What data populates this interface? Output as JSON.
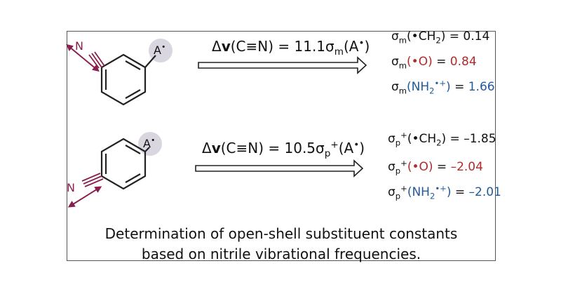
{
  "colors": {
    "nitrile": "#8a1f4f",
    "red": "#b22a2a",
    "blue": "#225b9a",
    "circle": "#d9d6e0",
    "line": "#222222"
  },
  "meta": {
    "dv": "Δ",
    "v": "v",
    "cn": "(C≡N) = ",
    "a": "(A",
    "dot": "•",
    "close": ")",
    "sigma": "σ",
    "m": "m",
    "p": "p",
    "plus": "+",
    "nitrogen": "N",
    "substituent": "A"
  },
  "top": {
    "coef": "11.1",
    "values": [
      {
        "pre": "(",
        "group": "•CH",
        "sub": "2",
        "sup": "",
        "post": ")",
        "eq": " = ",
        "num": "0.14"
      },
      {
        "pre": "(",
        "group": "•O",
        "sub": "",
        "sup": "",
        "post": ")",
        "eq": " = ",
        "num": "0.84"
      },
      {
        "pre": "(",
        "group": "NH",
        "sub": "2",
        "sup": "•+",
        "post": ")",
        "eq": " = ",
        "num": "1.66"
      }
    ]
  },
  "bottom": {
    "coef": "10.5",
    "values": [
      {
        "pre": "(",
        "group": "•CH",
        "sub": "2",
        "sup": "",
        "post": ")",
        "eq": " = ",
        "num": "–1.85"
      },
      {
        "pre": "(",
        "group": "•O",
        "sub": "",
        "sup": "",
        "post": ")",
        "eq": " = ",
        "num": "–2.04"
      },
      {
        "pre": "(",
        "group": "NH",
        "sub": "2",
        "sup": "•+",
        "post": ")",
        "eq": " = ",
        "num": "–2.01"
      }
    ]
  },
  "caption": {
    "line1": "Determination of open-shell substituent constants",
    "line2": "based on nitrile vibrational frequencies."
  }
}
